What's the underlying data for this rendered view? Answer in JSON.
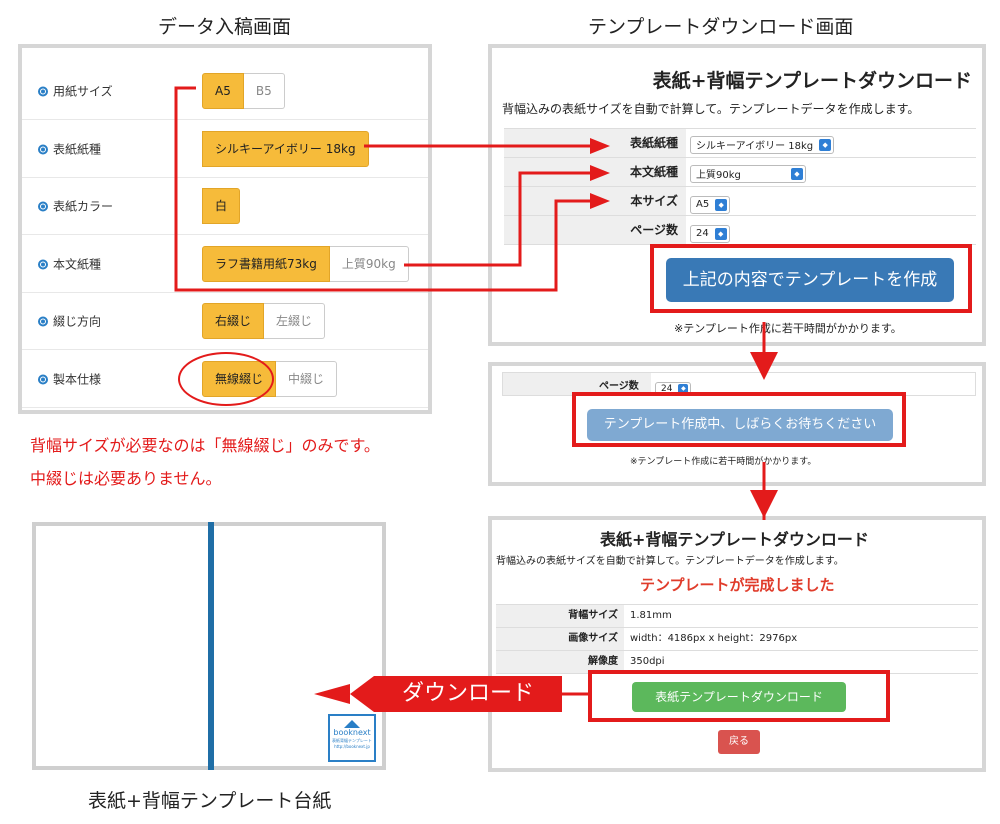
{
  "captions": {
    "data_entry": "データ入稿画面",
    "template_download": "テンプレートダウンロード画面",
    "template_sheet": "表紙+背幅テンプレート台紙"
  },
  "form": {
    "rows": [
      {
        "label": "用紙サイズ",
        "options": [
          "A5",
          "B5"
        ],
        "selected": 0
      },
      {
        "label": "表紙紙種",
        "options": [
          "シルキーアイボリー 18kg"
        ],
        "selected": 0
      },
      {
        "label": "表紙カラー",
        "options": [
          "白"
        ],
        "selected": 0
      },
      {
        "label": "本文紙種",
        "options": [
          "ラフ書籍用紙73kg",
          "上質90kg"
        ],
        "selected": 0
      },
      {
        "label": "綴じ方向",
        "options": [
          "右綴じ",
          "左綴じ"
        ],
        "selected": 0
      },
      {
        "label": "製本仕様",
        "options": [
          "無線綴じ",
          "中綴じ"
        ],
        "selected": 0
      }
    ]
  },
  "warning": {
    "line1": "背幅サイズが必要なのは「無線綴じ」のみです。",
    "line2": "中綴じは必要ありません。"
  },
  "template_form": {
    "title": "表紙+背幅テンプレートダウンロード",
    "subtitle": "背幅込みの表紙サイズを自動で計算して。テンプレートデータを作成します。",
    "fields": [
      {
        "label": "表紙紙種",
        "value": "シルキーアイボリー 18kg"
      },
      {
        "label": "本文紙種",
        "value": "上質90kg"
      },
      {
        "label": "本サイズ",
        "value": "A5"
      },
      {
        "label": "ページ数",
        "value": "24"
      }
    ],
    "create_button": "上記の内容でテンプレートを作成",
    "note": "※テンプレート作成に若干時間がかかります。"
  },
  "processing": {
    "page_label": "ページ数",
    "page_value": "24",
    "status_button": "テンプレート作成中、しばらくお待ちください",
    "note": "※テンプレート作成に若干時間がかかります。"
  },
  "result": {
    "title": "表紙+背幅テンプレートダウンロード",
    "subtitle": "背幅込みの表紙サイズを自動で計算して。テンプレートデータを作成します。",
    "complete_message": "テンプレートが完成しました",
    "rows": [
      {
        "label": "背幅サイズ",
        "value": "1.81mm"
      },
      {
        "label": "画像サイズ",
        "value": "width：4186px x height：2976px"
      },
      {
        "label": "解像度",
        "value": "350dpi"
      }
    ],
    "download_button": "表紙テンプレートダウンロード",
    "back_button": "戻る"
  },
  "download_arrow_label": "ダウンロード",
  "stamp": {
    "brand": "booknext",
    "line1": "表紙背幅テンプレート",
    "line2": "http://booknext.jp"
  },
  "colors": {
    "option_selected": "#f6bb3a",
    "accent_red": "#e31b1b",
    "primary_blue": "#3979b6",
    "success_green": "#5cb85c",
    "danger_red": "#d9534f",
    "spine_blue": "#1f6ea6"
  }
}
